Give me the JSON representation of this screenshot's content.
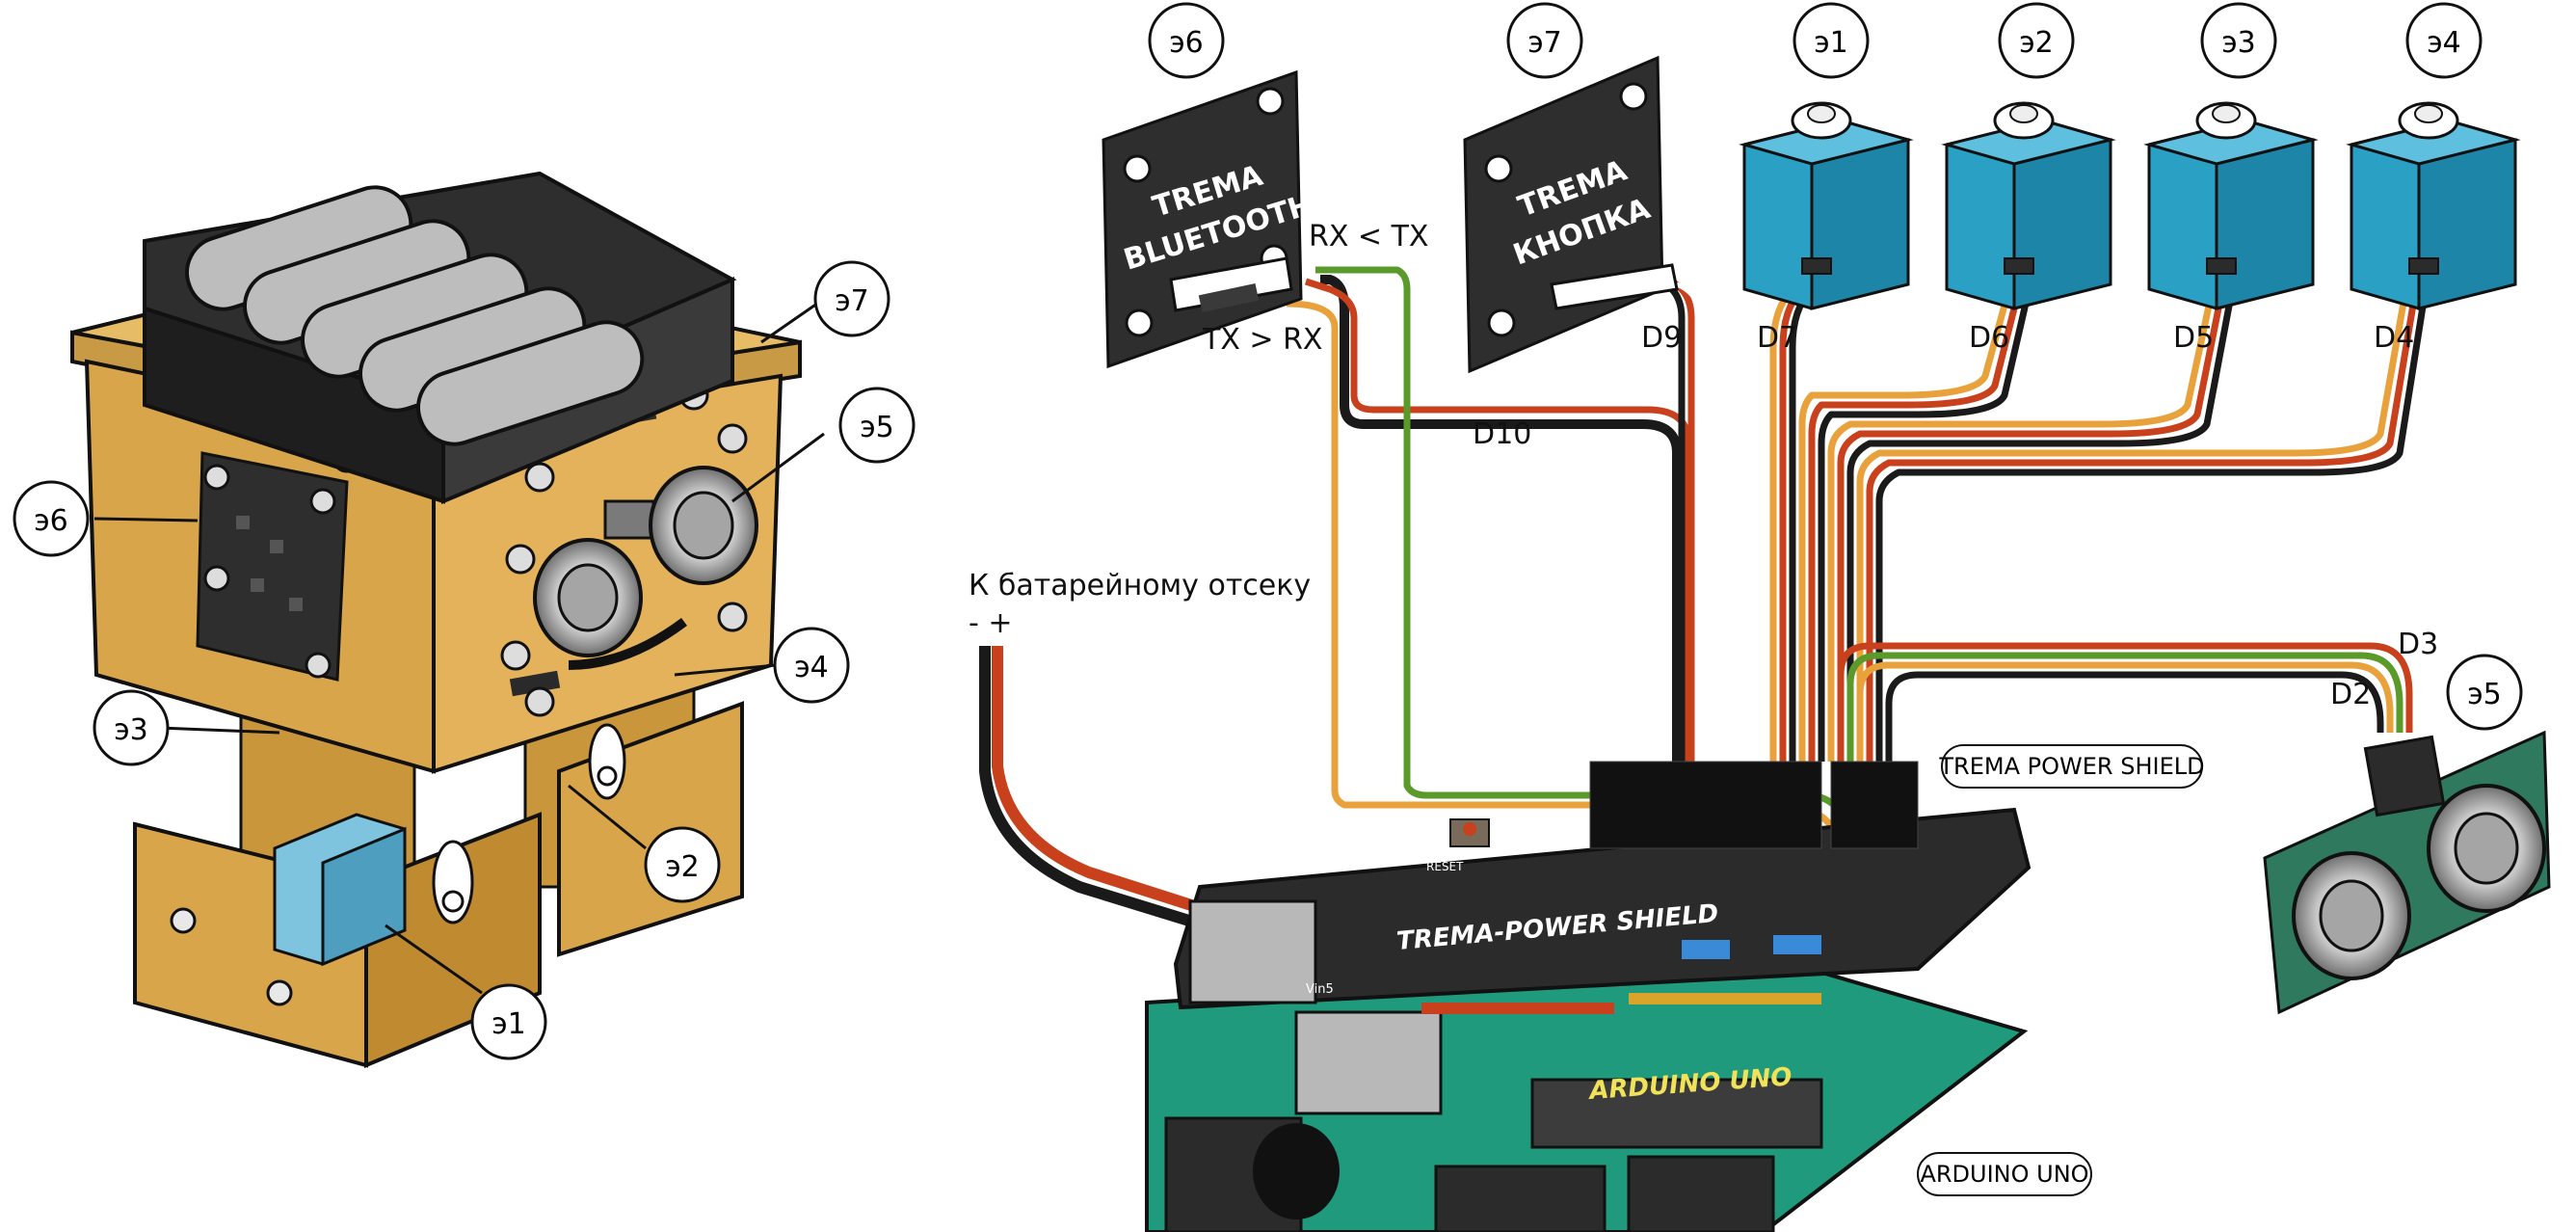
{
  "callouts": {
    "e1": "э1",
    "e2": "э2",
    "e3": "э3",
    "e4": "э4",
    "e5": "э5",
    "e6": "э6",
    "e7": "э7"
  },
  "modules": {
    "bluetooth_title_1": "TREMA",
    "bluetooth_title_2": "BLUETOOTH",
    "button_title_1": "TREMA",
    "button_title_2": "КНОПКА",
    "shield_board_text": "TREMA-POWER SHIELD",
    "shield_reset": "RESET",
    "shield_vin": "Vin5",
    "arduino_board_text": "ARDUINO UNO"
  },
  "wire_labels": {
    "rx_tx": "RX < TX",
    "tx_rx": "TX > RX",
    "d10": "D10",
    "d9": "D9",
    "d7": "D7",
    "d6": "D6",
    "d5": "D5",
    "d4": "D4",
    "d3": "D3",
    "d2": "D2"
  },
  "battery": {
    "label": "К батарейному отсеку",
    "polarity": "- +"
  },
  "boxes": {
    "power_shield": "TREMA POWER SHIELD",
    "arduino_uno": "ARDUINO UNO"
  },
  "colors": {
    "wood": "#d9a54a",
    "wood_dark": "#a87420",
    "servo": "#2aa0c4",
    "board_black": "#2b2b2b",
    "arduino_green": "#1f9a7c",
    "wire_red": "#c8401c",
    "wire_black": "#1a1a1a",
    "wire_orange": "#e9a23b",
    "wire_green": "#5a9a2a"
  }
}
